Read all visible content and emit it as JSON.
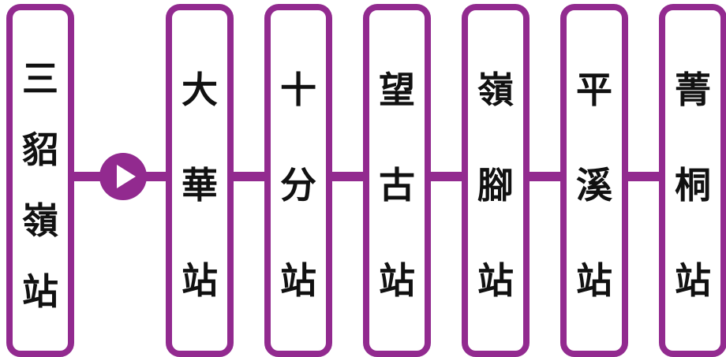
{
  "stations": [
    {
      "name": [
        "三",
        "貂",
        "嶺",
        "站"
      ]
    },
    {
      "name": [
        "大",
        "華",
        "站"
      ]
    },
    {
      "name": [
        "十",
        "分",
        "站"
      ]
    },
    {
      "name": [
        "望",
        "古",
        "站"
      ]
    },
    {
      "name": [
        "嶺",
        "腳",
        "站"
      ]
    },
    {
      "name": [
        "平",
        "溪",
        "站"
      ]
    },
    {
      "name": [
        "菁",
        "桐",
        "站"
      ]
    }
  ],
  "direction_icon": "play-arrow-icon",
  "colors": {
    "line": "#922a8f",
    "text": "#111111",
    "background": "#ffffff"
  }
}
